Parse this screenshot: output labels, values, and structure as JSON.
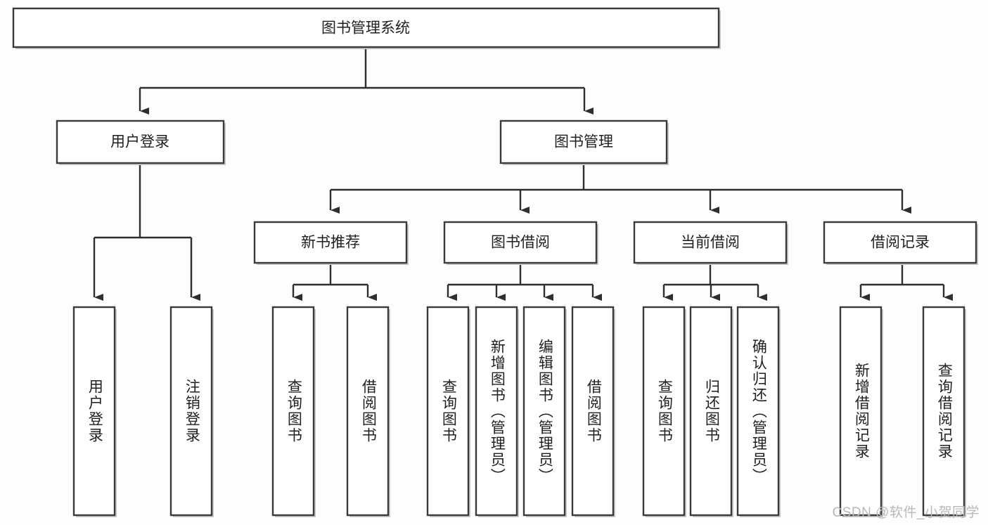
{
  "diagram": {
    "title": "图书管理系统",
    "type": "tree-hierarchy",
    "background_color": "#fdfdfd",
    "box_border_color": "#3a3a3a",
    "connector_color": "#2e2e2e",
    "text_color": "#1f1f1f"
  },
  "root": {
    "label": "图书管理系统"
  },
  "level2": [
    {
      "label": "用户登录"
    },
    {
      "label": "图书管理"
    }
  ],
  "level3": [
    {
      "label": "新书推荐"
    },
    {
      "label": "图书借阅"
    },
    {
      "label": "当前借阅"
    },
    {
      "label": "借阅记录"
    }
  ],
  "leaves": {
    "user_login": [
      {
        "label": "用户登录"
      },
      {
        "label": "注销登录"
      }
    ],
    "new_book_recommend": [
      {
        "label": "查询图书"
      },
      {
        "label": "借阅图书"
      }
    ],
    "book_borrow": [
      {
        "label": "查询图书"
      },
      {
        "label": "新增图书（管理员）"
      },
      {
        "label": "编辑图书（管理员）"
      },
      {
        "label": "借阅图书"
      }
    ],
    "current_borrow": [
      {
        "label": "查询图书"
      },
      {
        "label": "归还图书"
      },
      {
        "label": "确认归还（管理员）"
      }
    ],
    "borrow_record": [
      {
        "label": "新增借阅记录"
      },
      {
        "label": "查询借阅记录"
      }
    ]
  },
  "watermark": {
    "text": "CSDN @软件_小贺同学"
  }
}
